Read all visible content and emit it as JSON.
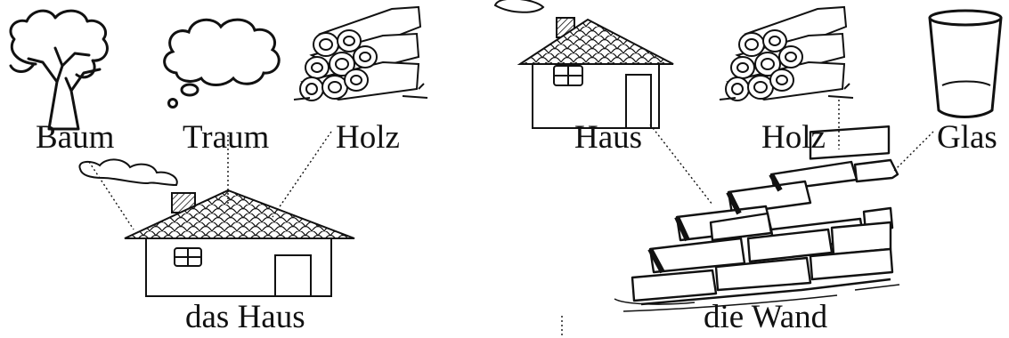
{
  "left_group": {
    "words": [
      "Baum",
      "Traum",
      "Holz"
    ],
    "result": "das Haus"
  },
  "right_group": {
    "words": [
      "Haus",
      "Holz",
      "Glas"
    ],
    "result": "die Wand"
  },
  "icons": [
    "tree-icon",
    "thought-bubble-icon",
    "firewood-icon",
    "house-icon",
    "firewood-icon",
    "glass-icon",
    "house-icon",
    "brick-wall-icon"
  ]
}
